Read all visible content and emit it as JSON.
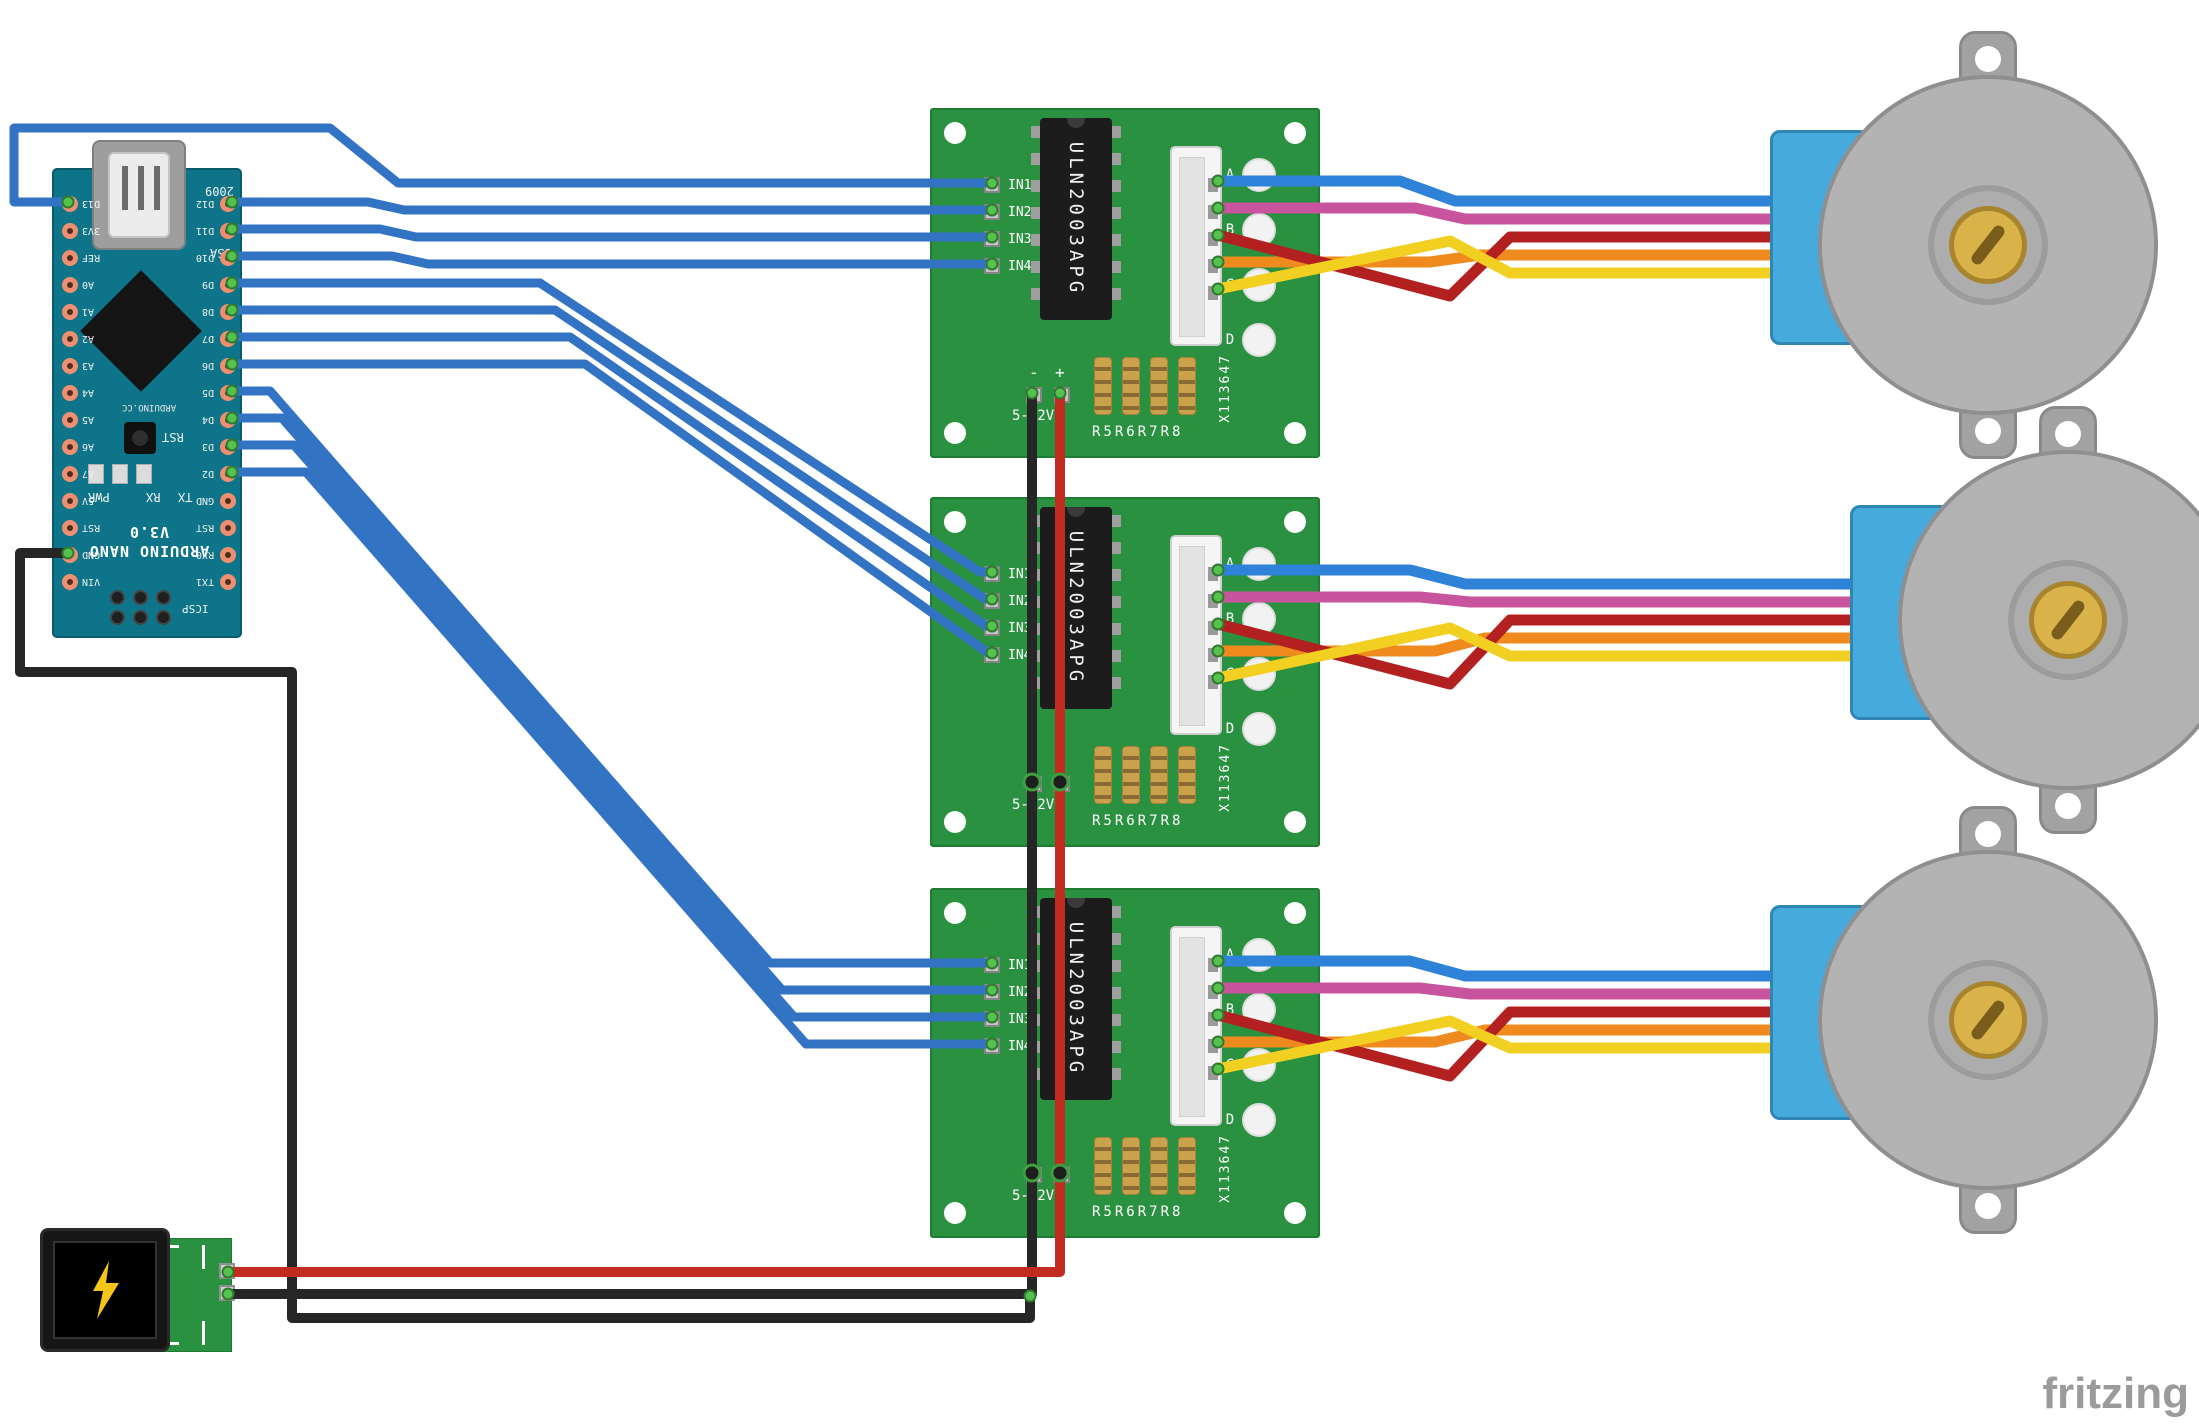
{
  "watermark": "fritzing",
  "arduino": {
    "left_pins": [
      "D13",
      "3V3",
      "REF",
      "A0",
      "A1",
      "A2",
      "A3",
      "A4",
      "A5",
      "A6",
      "A7",
      "5V",
      "RST",
      "GND",
      "VIN"
    ],
    "right_pins": [
      "D12",
      "D11",
      "D10",
      "D9",
      "D8",
      "D7",
      "D6",
      "D5",
      "D4",
      "D3",
      "D2",
      "GND",
      "RST",
      "RX0",
      "TX1"
    ],
    "brand_line1": "ARDUINO NANO",
    "brand_line2": "V3.0",
    "cc_label": "ARDUINO.CC",
    "usb_year": "2009",
    "usb_country": "USA",
    "rst_label": "RST",
    "pwr_label": "PWR",
    "rx_label": "RX",
    "tx_label": "TX",
    "icsp_label": "ICSP"
  },
  "driver_board": {
    "chip_label": "ULN2003APG",
    "in_labels": [
      "IN1",
      "IN2",
      "IN3",
      "IN4"
    ],
    "led_labels": [
      "A",
      "B",
      "C",
      "D"
    ],
    "power_range_label": "5-12V",
    "minus_label": "-",
    "plus_label": "+",
    "resistors_label": "R5R6R7R8",
    "part_number": "X113647"
  },
  "colors": {
    "wire_blue": "#3273c4",
    "wire_red": "#c22b20",
    "wire_black": "#262626",
    "ribbon_blue": "#2e82d8",
    "ribbon_pink": "#c9549e",
    "ribbon_red": "#b32020",
    "ribbon_orange": "#ef8a1e",
    "ribbon_yellow": "#f2d022",
    "pcb_green": "#2a9140",
    "arduino_teal": "#0e7489",
    "motor_gray": "#b3b3b3",
    "motor_housing_blue": "#46aadd",
    "shaft_gold": "#d9b34a",
    "connection_dot_green": "#55c24e"
  }
}
